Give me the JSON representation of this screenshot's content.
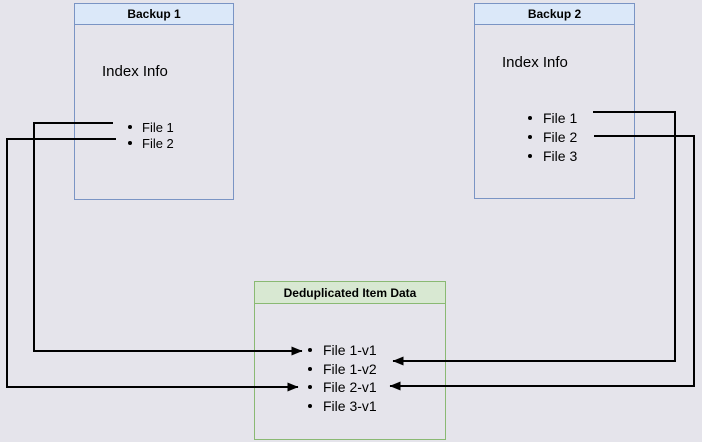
{
  "backup1": {
    "title": "Backup 1",
    "subtitle": "Index Info",
    "items": [
      "File 1",
      "File 2"
    ]
  },
  "backup2": {
    "title": "Backup 2",
    "subtitle": "Index Info",
    "items": [
      "File 1",
      "File 2",
      "File 3"
    ]
  },
  "dedup": {
    "title": "Deduplicated Item Data",
    "items": [
      "File 1-v1",
      "File 1-v2",
      "File 2-v1",
      "File 3-v1"
    ]
  },
  "connections": [
    {
      "from": "Backup 1 / File 1",
      "to": "File 1-v1"
    },
    {
      "from": "Backup 1 / File 2",
      "to": "File 2-v1"
    },
    {
      "from": "Backup 2 / File 1",
      "to": "File 1-v2"
    },
    {
      "from": "Backup 2 / File 2",
      "to": "File 2-v1"
    }
  ],
  "colors": {
    "background": "#e5e4eb",
    "blue_border": "#7a94c4",
    "blue_fill": "#dbe8f9",
    "green_border": "#8ab973",
    "green_fill": "#d8e8d2",
    "line": "#000000"
  }
}
